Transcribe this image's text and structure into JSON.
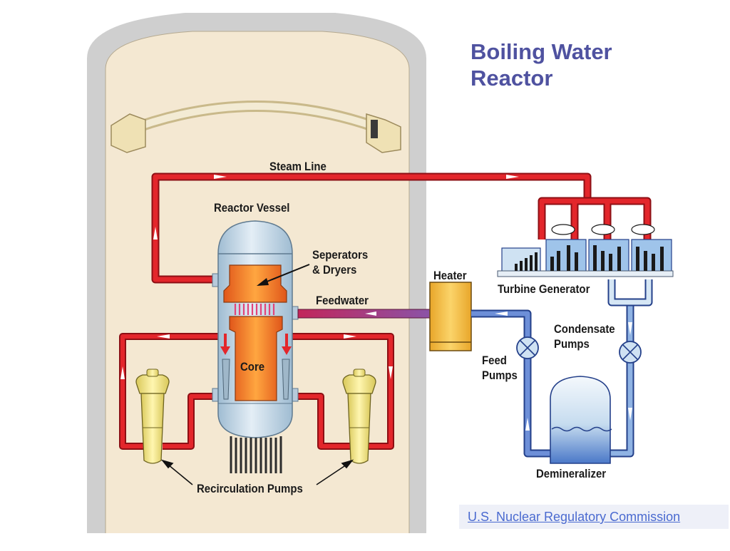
{
  "title": {
    "line1": "Boiling Water",
    "line2": "Reactor"
  },
  "labels": {
    "steam_line": "Steam Line",
    "reactor_vessel": "Reactor Vessel",
    "separators_line1": "Seperators",
    "separators_line2": "& Dryers",
    "heater": "Heater",
    "feedwater": "Feedwater",
    "turbine_generator": "Turbine Generator",
    "condensate_line1": "Condensate",
    "condensate_line2": "Pumps",
    "feed_line1": "Feed",
    "feed_line2": "Pumps",
    "core": "Core",
    "demineralizer": "Demineralizer",
    "recirculation_pumps": "Recirculation Pumps"
  },
  "credit": "U.S. Nuclear Regulatory Commission",
  "colors": {
    "containment_outer": "#cfcfcf",
    "containment_inner": "#f3e7cf",
    "steam_pipe": "#e3262b",
    "water_pipe": "#3f6fd0",
    "feed_pipe": "#b0306d",
    "vessel": "#bfd6e6",
    "core": "#f07a1e",
    "heater": "#f6c24a",
    "pump": "#efe08a",
    "title": "#4f52a0"
  }
}
